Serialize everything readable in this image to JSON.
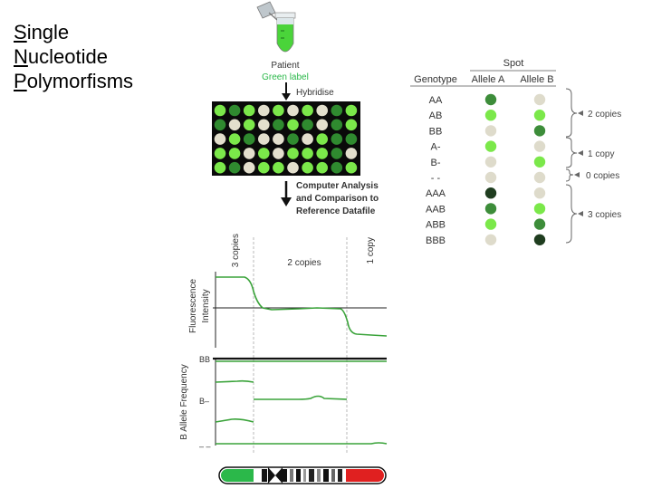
{
  "title_lines": [
    {
      "initial": "S",
      "rest": "ingle"
    },
    {
      "initial": "N",
      "rest": "ucleotide"
    },
    {
      "initial": "P",
      "rest": "olymorfisms"
    }
  ],
  "workflow": {
    "patient_label": "Patient",
    "green_label": "Green label",
    "hybridise_label": "Hybridise",
    "analysis_lines": [
      "Computer Analysis",
      "and Comparison to",
      "Reference Datafile"
    ]
  },
  "microarray": {
    "rows": [
      [
        "lg",
        "dg",
        "lg",
        "cr",
        "lg",
        "cr",
        "lg",
        "cr",
        "dg",
        "lg"
      ],
      [
        "dg",
        "cr",
        "lg",
        "cr",
        "dg",
        "lg",
        "dg",
        "cr",
        "dg",
        "lg"
      ],
      [
        "cr",
        "lg",
        "dg",
        "cr",
        "cr",
        "dg",
        "cr",
        "lg",
        "dg",
        "dg"
      ],
      [
        "lg",
        "lg",
        "cr",
        "lg",
        "cr",
        "lg",
        "lg",
        "lg",
        "dg",
        "cr"
      ],
      [
        "lg",
        "dg",
        "cr",
        "lg",
        "lg",
        "cr",
        "lg",
        "lg",
        "dg",
        "lg"
      ]
    ],
    "colors": {
      "lg": "#7be84a",
      "dg": "#2f8a2f",
      "cr": "#e3dfcd",
      "board": "#0a0a0a"
    }
  },
  "spot_table": {
    "spot_header": "Spot",
    "col_genotype": "Genotype",
    "col_allele_a": "Allele A",
    "col_allele_b": "Allele B",
    "rows": [
      {
        "genotype": "AA",
        "a": "dg",
        "b": "cr"
      },
      {
        "genotype": "AB",
        "a": "lg",
        "b": "lg"
      },
      {
        "genotype": "BB",
        "a": "cr",
        "b": "dg"
      },
      {
        "genotype": "A-",
        "a": "lg",
        "b": "cr"
      },
      {
        "genotype": "B-",
        "a": "cr",
        "b": "lg"
      },
      {
        "genotype": "- -",
        "a": "cr",
        "b": "cr"
      },
      {
        "genotype": "AAA",
        "a": "vd",
        "b": "cr"
      },
      {
        "genotype": "AAB",
        "a": "dg",
        "b": "lg"
      },
      {
        "genotype": "ABB",
        "a": "lg",
        "b": "dg"
      },
      {
        "genotype": "BBB",
        "a": "cr",
        "b": "vd"
      }
    ],
    "spot_colors": {
      "lg": "#7be84a",
      "dg": "#3d8d3a",
      "vd": "#1f3d1f",
      "cr": "#dedbcb"
    },
    "copy_groups": [
      {
        "label": "2 copies"
      },
      {
        "label": "1 copy"
      },
      {
        "label": "0 copies"
      },
      {
        "label": "3 copies"
      }
    ]
  },
  "plots": {
    "region_labels": {
      "left": "3 copies",
      "middle": "2 copies",
      "right": "1 copy"
    },
    "fluorescence_ylabel": "Fluorescence Intensity",
    "baf_ylabel": "B Allele Frequency",
    "baf_ticks": {
      "top": "BB",
      "mid": "B–",
      "bottom": "– –"
    }
  },
  "colors": {
    "trace": "#3aa33a",
    "accent_green": "#2bb84a",
    "chrom_red": "#e02020"
  }
}
